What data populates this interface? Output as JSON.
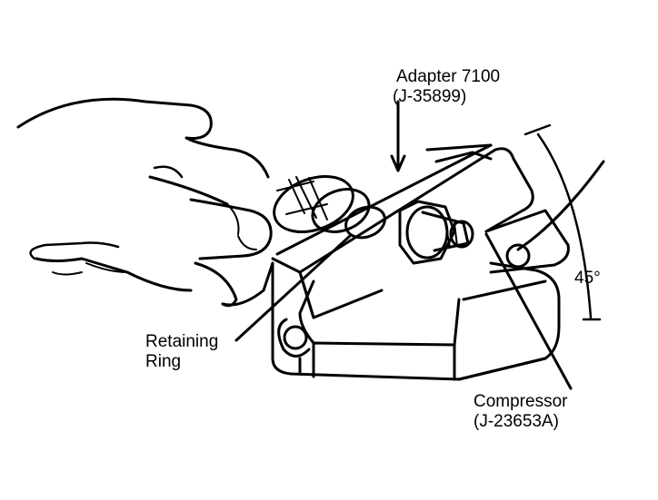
{
  "labels": {
    "adapter_line1": "Adapter 7100",
    "adapter_line2": "(J-35899)",
    "angle": "45°",
    "retaining_line1": "Retaining",
    "retaining_line2": "Ring",
    "compressor_line1": "Compressor",
    "compressor_line2": "(J-23653A)"
  },
  "colors": {
    "ink": "#000000",
    "paper": "#ffffff"
  }
}
